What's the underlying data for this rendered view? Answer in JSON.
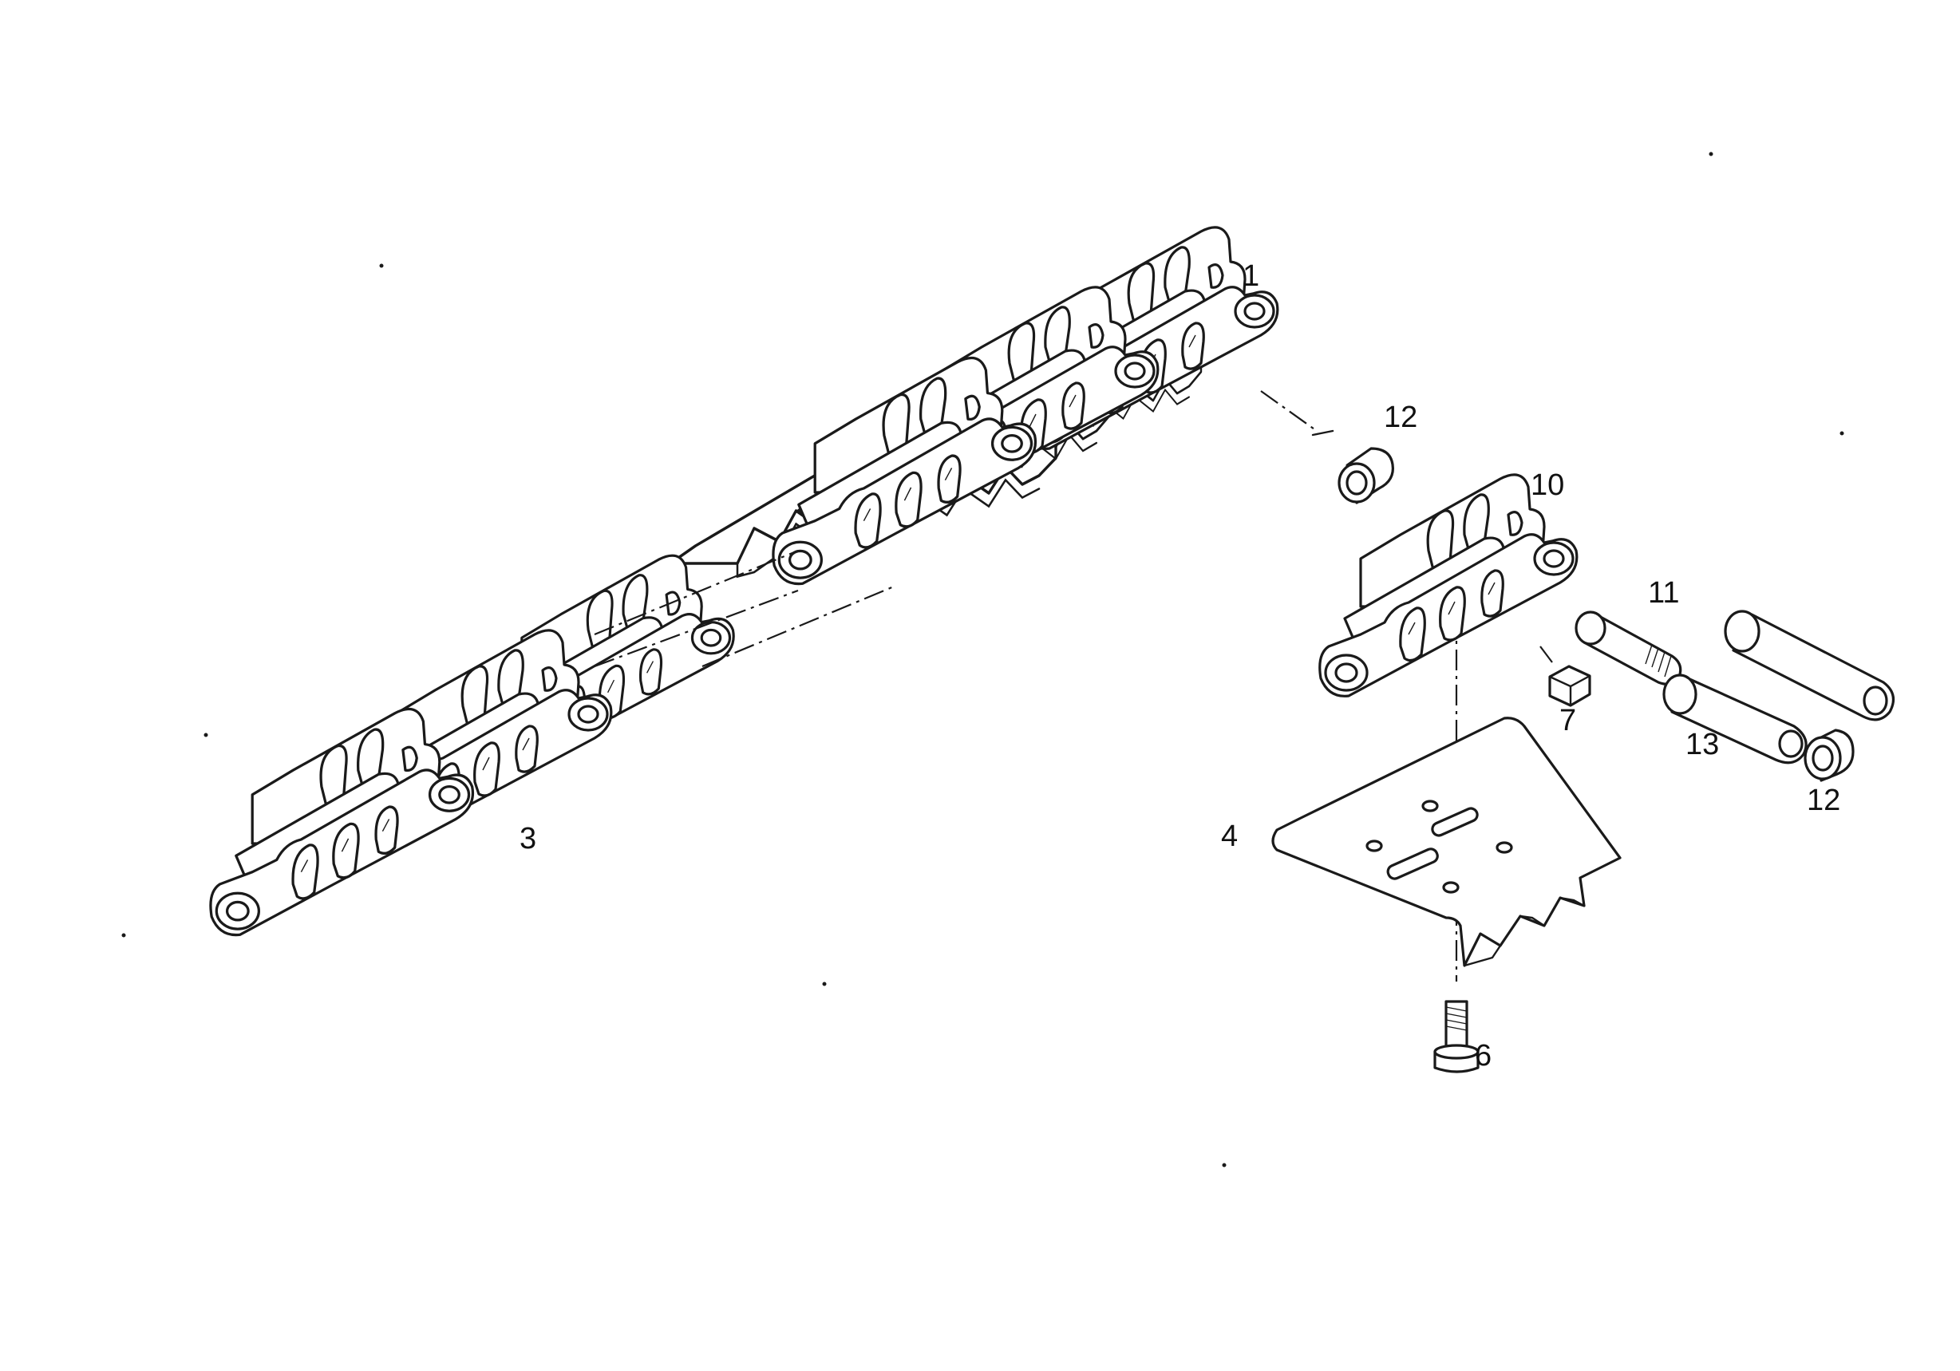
{
  "callouts": {
    "c1": "1",
    "c3": "3",
    "c4": "4",
    "c6": "6",
    "c7": "7",
    "c10": "10",
    "c11": "11",
    "c12a": "12",
    "c12b": "12",
    "c13": "13"
  }
}
